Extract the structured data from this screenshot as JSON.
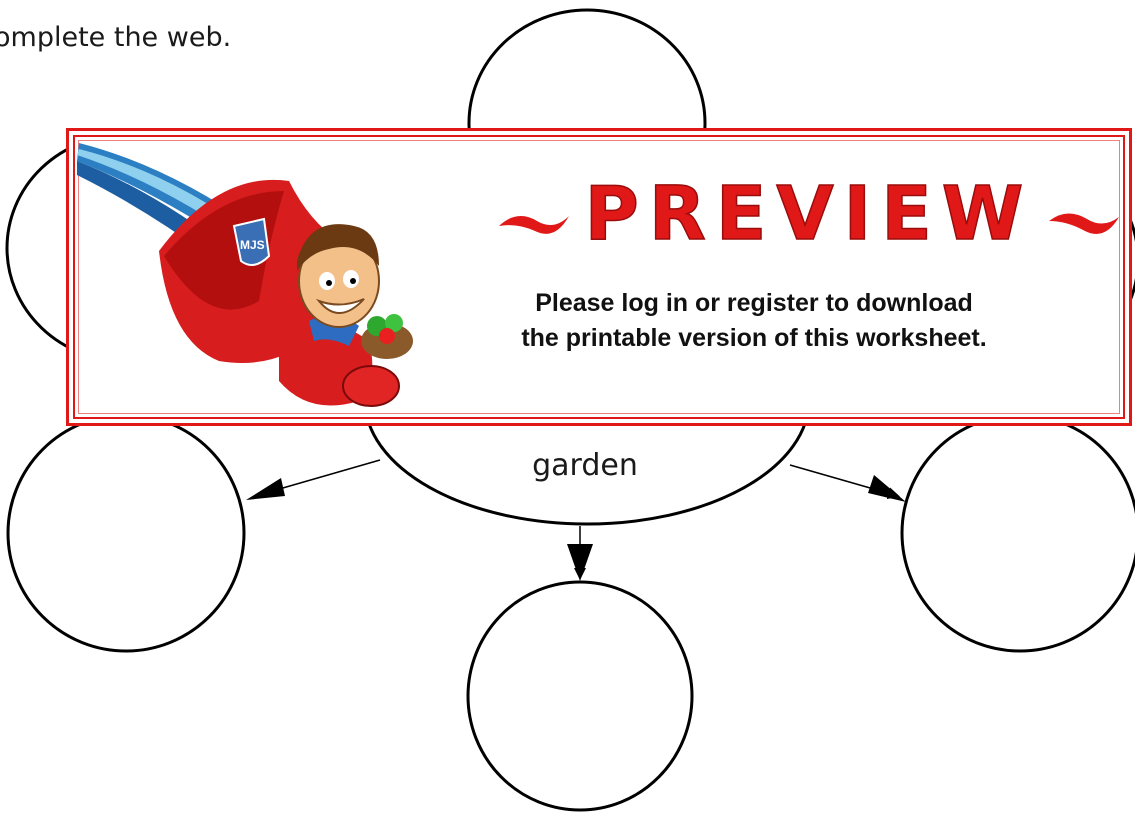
{
  "worksheet": {
    "instruction": "omplete the web.",
    "center_label": "garden"
  },
  "preview": {
    "title": "PREVIEW",
    "message_line1": "Please log in or register to download",
    "message_line2": "the printable version of this worksheet.",
    "logo_badge": "MJS",
    "accent_color": "#e01818"
  },
  "icons": [
    "superhero-mascot-icon",
    "left-tilde-ornament-icon",
    "right-tilde-ornament-icon"
  ]
}
